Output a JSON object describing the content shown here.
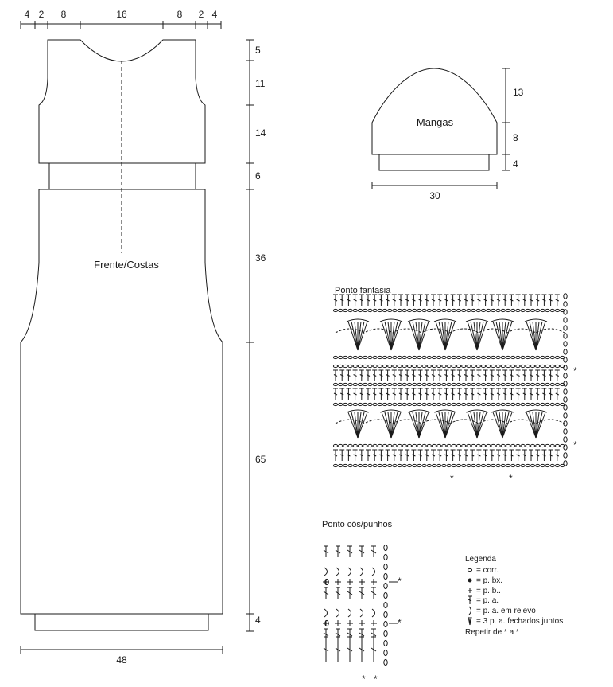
{
  "top_widths": [
    "4",
    "2",
    "8",
    "16",
    "8",
    "2",
    "4"
  ],
  "body": {
    "label": "Frente/Costas",
    "heights": [
      "5",
      "11",
      "14",
      "6",
      "36",
      "65",
      "4"
    ],
    "bottom_width": "48"
  },
  "sleeve": {
    "label": "Mangas",
    "heights": [
      "13",
      "8",
      "4"
    ],
    "width": "30"
  },
  "fancy_stitch": {
    "title": "Ponto fantasia",
    "repeat_mark": "*"
  },
  "cuff_stitch": {
    "title": "Ponto cós/punhos",
    "repeat_mark": "*"
  },
  "legend": {
    "title": "Legenda",
    "items": [
      {
        "symbol": "chain",
        "text": "= corr."
      },
      {
        "symbol": "dot",
        "text": "= p. bx."
      },
      {
        "symbol": "plus",
        "text": "= p. b.."
      },
      {
        "symbol": "dc",
        "text": "= p. a."
      },
      {
        "symbol": "relief",
        "text": "= p. a. em relevo"
      },
      {
        "symbol": "cluster",
        "text": "= 3 p. a. fechados juntos"
      }
    ],
    "repeat_note": "Repetir de * a *"
  }
}
